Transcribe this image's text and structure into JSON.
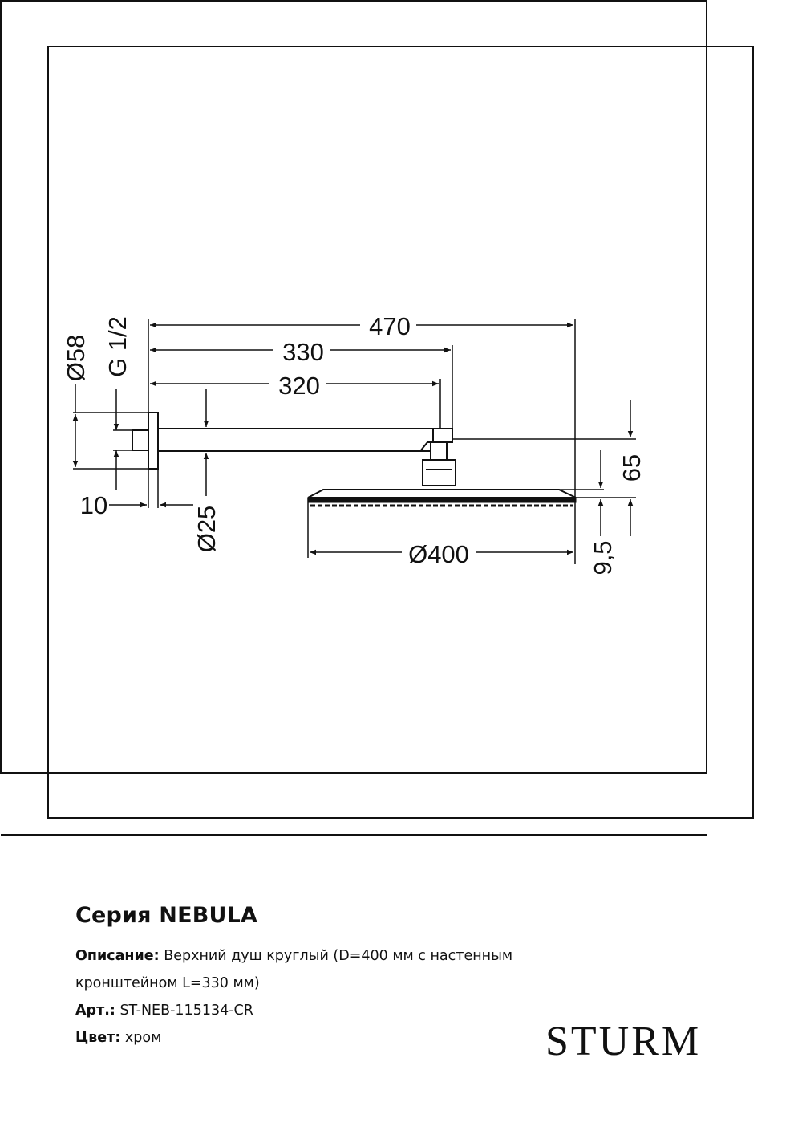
{
  "drawing": {
    "dims": {
      "d470": "470",
      "d330": "330",
      "d320": "320",
      "d58": "Ø58",
      "g12": "G 1/2",
      "d10": "10",
      "d25": "Ø25",
      "d400": "Ø400",
      "d65": "65",
      "d95": "9,5"
    }
  },
  "info": {
    "series": "Серия NEBULA",
    "description_label": "Описание:",
    "description_line1": "Верхний душ круглый (D=400 мм с настенным",
    "description_line2": "кронштейном L=330 мм)",
    "article_label": "Арт.:",
    "article": "ST-NEB-115134-CR",
    "color_label": "Цвет:",
    "color": "хром"
  },
  "logo": "STURM"
}
